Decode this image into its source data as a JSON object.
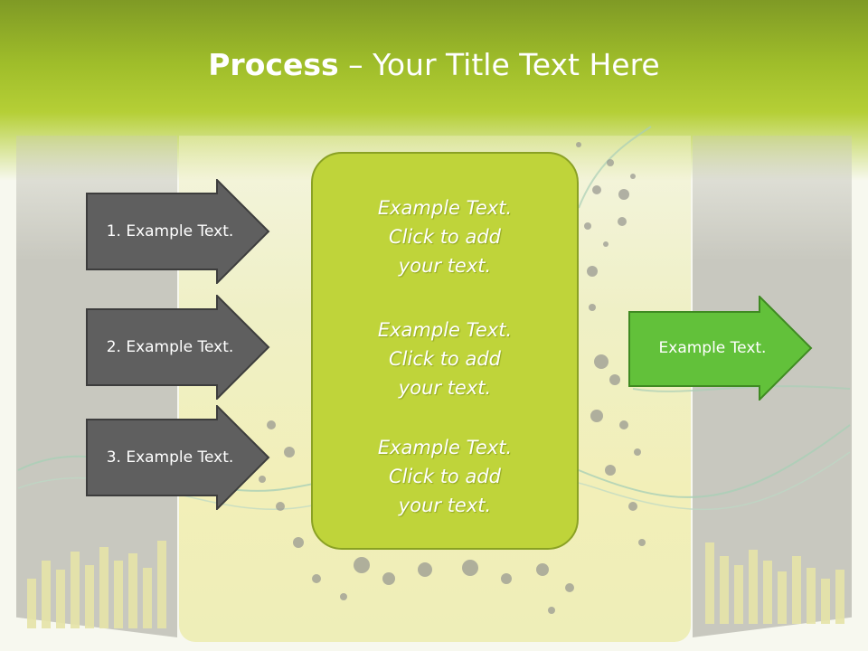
{
  "title": {
    "bold": "Process",
    "rest": " – Your Title Text Here"
  },
  "inputs": [
    {
      "label": "1. Example Text."
    },
    {
      "label": "2. Example Text."
    },
    {
      "label": "3. Example Text."
    }
  ],
  "center": {
    "blocks": [
      {
        "lines": [
          "Example Text.",
          "Click  to add",
          "your text."
        ]
      },
      {
        "lines": [
          "Example Text.",
          "Click  to add",
          "your text."
        ]
      },
      {
        "lines": [
          "Example Text.",
          "Click  to add",
          "your text."
        ]
      }
    ]
  },
  "output": {
    "label": "Example Text."
  },
  "colors": {
    "header_green": "#9fbd2a",
    "box_green": "#bfd43a",
    "arrow_dark": "#5f5f5f",
    "arrow_green": "#62c13a"
  }
}
